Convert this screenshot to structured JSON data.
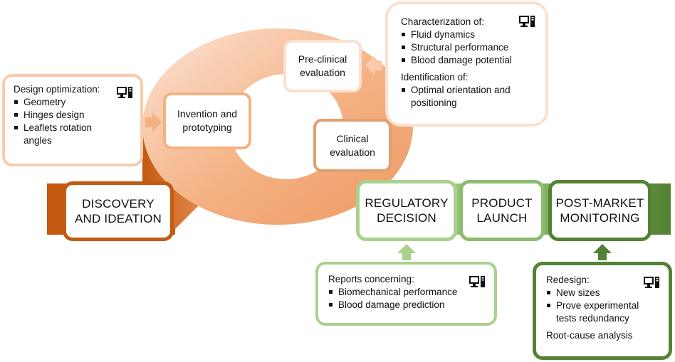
{
  "stages": {
    "discovery": [
      "DISCOVERY",
      "AND IDEATION"
    ],
    "regulatory": [
      "REGULATORY",
      "DECISION"
    ],
    "launch": [
      "PRODUCT",
      "LAUNCH"
    ],
    "postmarket": [
      "POST-MARKET",
      "MONITORING"
    ]
  },
  "cycle": {
    "invention": [
      "Invention and",
      "prototyping"
    ],
    "preclinical": [
      "Pre-clinical",
      "evaluation"
    ],
    "clinical": [
      "Clinical",
      "evaluation"
    ]
  },
  "notes": {
    "design": {
      "heading": "Design optimization:",
      "items": [
        "Geometry",
        "Hinges design",
        "Leaflets rotation",
        "angles"
      ]
    },
    "characterization": {
      "heading": "Characterization of:",
      "items": [
        "Fluid dynamics",
        "Structural performance",
        "Blood damage potential"
      ],
      "heading2": "Identification of:",
      "items2": [
        "Optimal orientation and",
        "positioning"
      ]
    },
    "reports": {
      "heading": "Reports concerning:",
      "items": [
        "Biomechanical performance",
        "Blood damage prediction"
      ]
    },
    "redesign": {
      "heading": "Redesign:",
      "items": [
        "New sizes",
        "Prove experimental",
        "tests redundancy"
      ],
      "footer": "Root-cause analysis"
    }
  },
  "icons": [
    "computer-icon",
    "arrow-icon"
  ],
  "colors": {
    "orange_dark": "#c55a11",
    "orange_light": "#f8cbad",
    "green_light": "#a9d18e",
    "green_dark": "#548235"
  }
}
